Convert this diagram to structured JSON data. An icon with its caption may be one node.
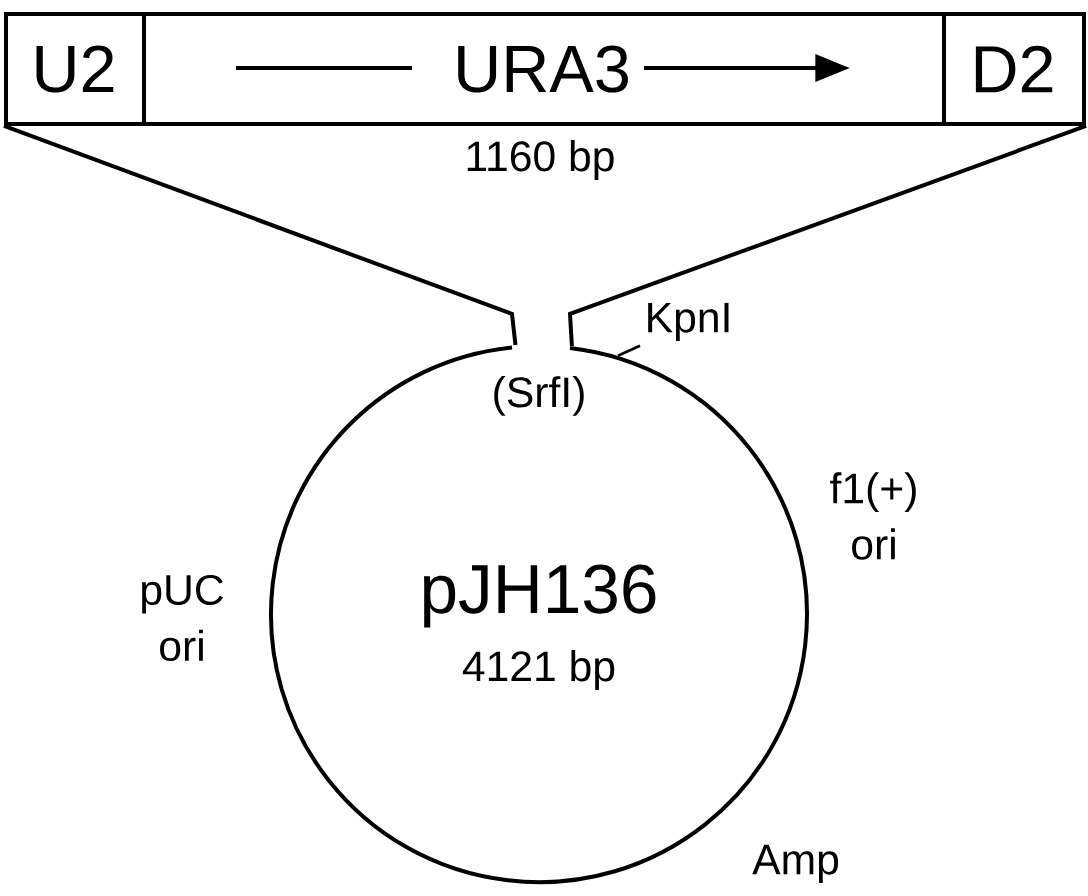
{
  "diagram": {
    "nodes": [
      {
        "text": [],
        "shape": "box"
      },
      {
        "text": [
          "U2"
        ],
        "in": 0
      },
      {
        "text": [
          "URA3"
        ],
        "in": 0
      },
      {
        "text": [
          "D2"
        ],
        "in": 0
      },
      {
        "text": [
          "(SrfI)",
          "pJH136",
          "4121 bp"
        ]
      },
      {
        "text": [
          "KpnI"
        ]
      }
    ],
    "edges": [
      {
        "from": 0,
        "to": 4,
        "arrow": "none"
      },
      {
        "from": 0,
        "to": 4,
        "arrow": "none"
      },
      {
        "from": 5,
        "to": 4,
        "arrow": "none"
      }
    ],
    "labels": [
      "1160 bp",
      "f1(+) ori",
      "pUC ori",
      "Amp"
    ]
  }
}
